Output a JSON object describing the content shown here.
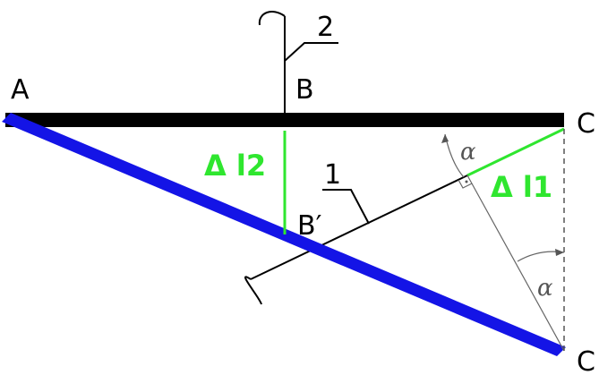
{
  "labels": {
    "A": "A",
    "B": "B",
    "C": "C",
    "B_prime": "B′",
    "C_prime": "C",
    "one": "1",
    "two": "2",
    "dl1": "Δ l1",
    "dl2": "Δ l2",
    "alpha_top": "α",
    "alpha_bottom": "α"
  },
  "colors": {
    "beam": "#000000",
    "deflected_beam": "#1414e6",
    "deformation": "#2fe62f",
    "lines": "#000000"
  }
}
